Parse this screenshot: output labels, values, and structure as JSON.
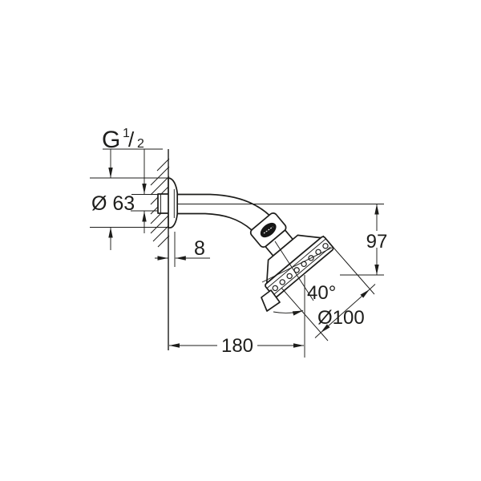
{
  "drawing": {
    "labels": {
      "thread": {
        "base": "G",
        "numerator": "1",
        "slash": "/",
        "denominator": "2"
      },
      "flange_diameter": "Ø 63",
      "wall_offset": "8",
      "reach": "180",
      "drop": "97",
      "spray_angle": "40°",
      "head_diameter": "Ø100"
    },
    "colors": {
      "line": "#1d1d1b",
      "background": "#ffffff"
    }
  }
}
